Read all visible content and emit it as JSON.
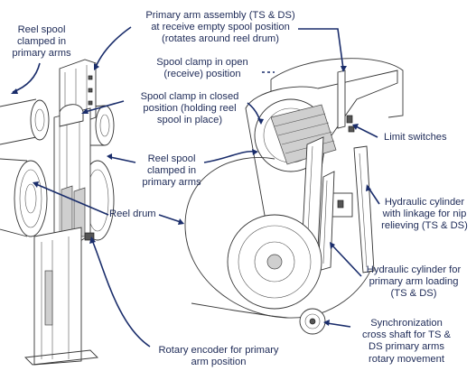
{
  "labels": {
    "reel_spool_left": "Reel spool\nclamped in\nprimary arms",
    "primary_arm_assembly": "Primary arm assembly  (TS & DS)\nat receive empty spool position\n(rotates around reel drum)",
    "spool_clamp_open": "Spool clamp in open\n(receive) position",
    "spool_clamp_closed": "Spool clamp in closed\nposition (holding reel\nspool in place)",
    "limit_switches": "Limit switches",
    "reel_spool_center": "Reel spool\nclamped in\nprimary arms",
    "hydraulic_cylinder_nip": "Hydraulic cylinder\nwith linkage for nip\nrelieving (TS & DS)",
    "reel_drum": "Reel drum",
    "hydraulic_cylinder_loading": "Hydraulic cylinder for\nprimary arm loading\n(TS & DS)",
    "rotary_encoder": "Rotary encoder for primary\narm position",
    "sync_cross_shaft": "Synchronization\ncross shaft for TS &\nDS primary arms\nrotary movement"
  },
  "colors": {
    "label_text": "#1d2a57",
    "callout_line": "#1a2d6b",
    "drawing_line": "#3a3a3a"
  }
}
